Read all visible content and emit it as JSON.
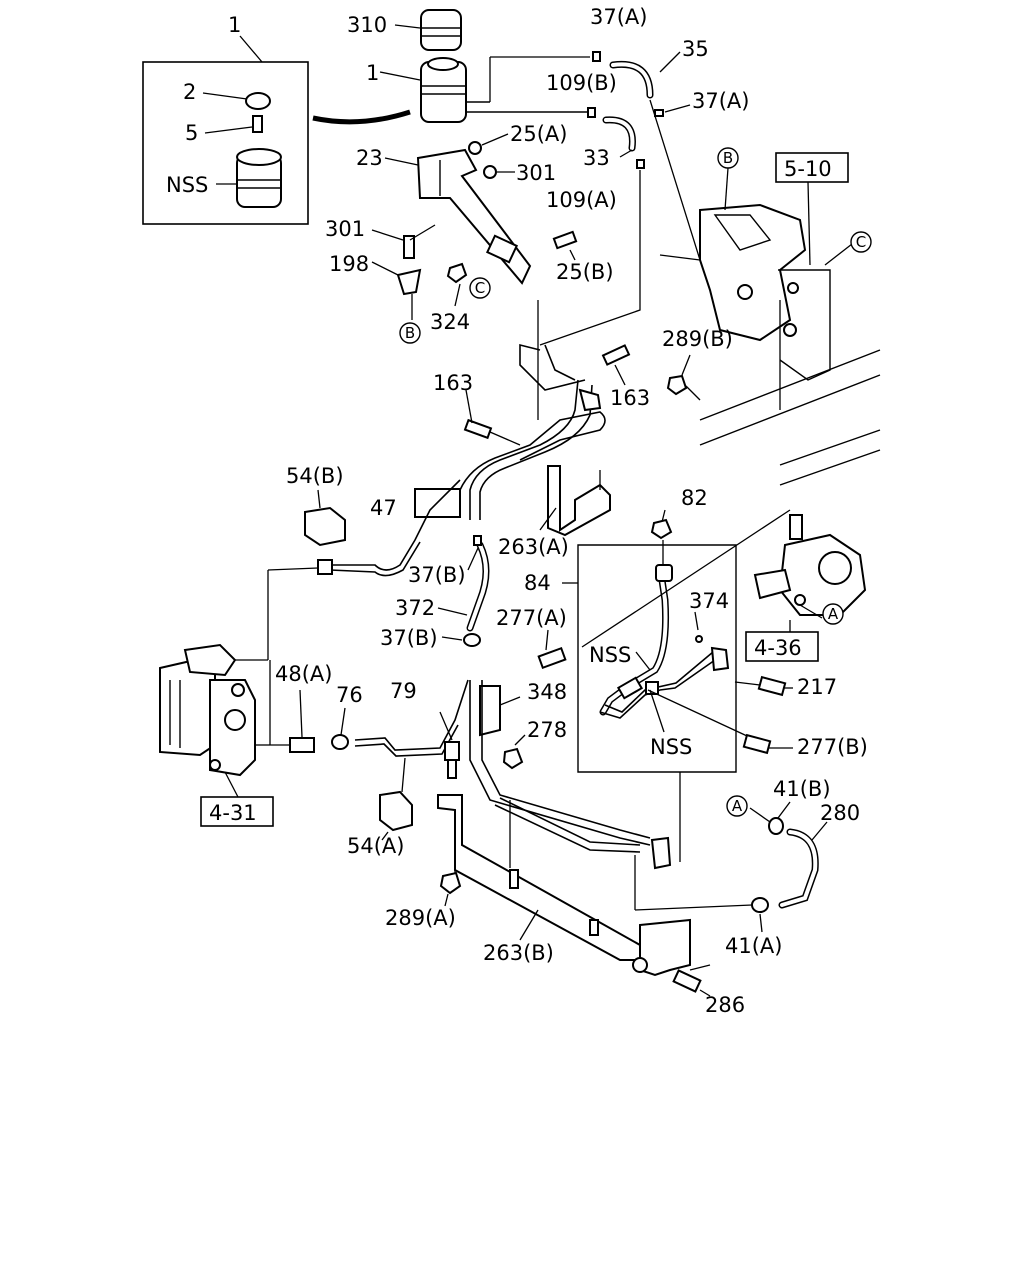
{
  "labels": {
    "l1_box": "1",
    "l2": "2",
    "l5": "5",
    "nss_tank": "NSS",
    "l310": "310",
    "l1_tank": "1",
    "l37a_top": "37(A)",
    "l35": "35",
    "l109b": "109(B)",
    "l37a_right": "37(A)",
    "l25a": "25(A)",
    "l23": "23",
    "l301_right": "301",
    "l33": "33",
    "l109a": "109(A)",
    "l301_left": "301",
    "l198": "198",
    "l25b": "25(B)",
    "l324": "324",
    "ref_5_10": "5-10",
    "l289b": "289(B)",
    "l163_left": "163",
    "l163_right": "163",
    "l54b": "54(B)",
    "l47": "47",
    "l263a": "263(A)",
    "l82": "82",
    "l37b_top": "37(B)",
    "l84": "84",
    "l372": "372",
    "l277a": "277(A)",
    "l374": "374",
    "l37b_bottom": "37(B)",
    "nss_upper": "NSS",
    "ref_4_36": "4-36",
    "l48a": "48(A)",
    "l76": "76",
    "l79": "79",
    "l348": "348",
    "l217": "217",
    "l278": "278",
    "nss_lower": "NSS",
    "l277b": "277(B)",
    "ref_4_31": "4-31",
    "l41b": "41(B)",
    "l280": "280",
    "l54a": "54(A)",
    "l289a": "289(A)",
    "l263b": "263(B)",
    "l41a": "41(A)",
    "l286": "286"
  },
  "markers": {
    "b": "B",
    "c": "C",
    "a": "A"
  }
}
